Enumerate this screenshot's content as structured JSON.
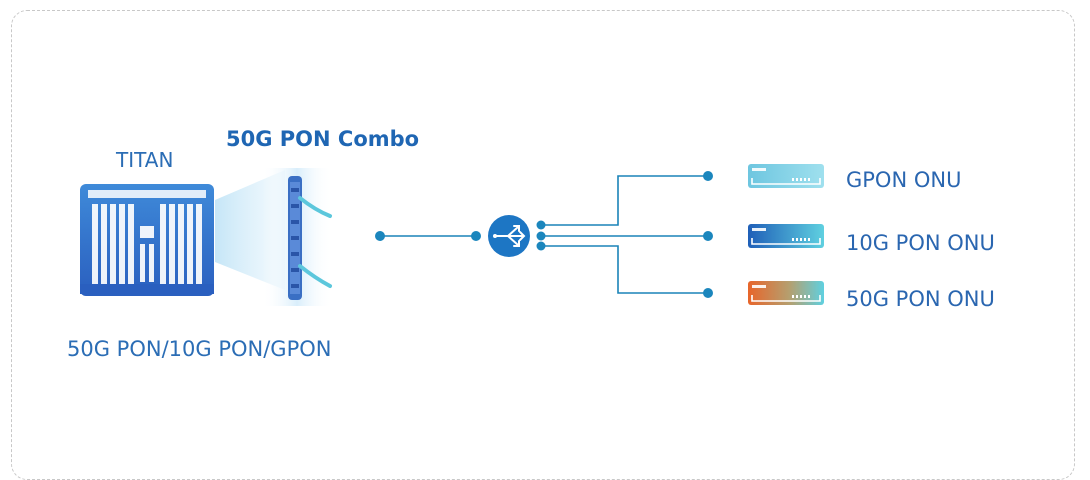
{
  "olt": {
    "name": "TITAN",
    "technologies": "50G PON/10G PON/GPON"
  },
  "card": {
    "name": "50G PON Combo"
  },
  "onus": [
    {
      "label": "GPON ONU"
    },
    {
      "label": "10G PON ONU"
    },
    {
      "label": "50G PON ONU"
    }
  ],
  "colors": {
    "line": "#1a84b8",
    "dot": "#1b86bd",
    "label_blue": "#2b6db5",
    "splitter": "#1d76c4",
    "gpon_onu": "#7fd0e4",
    "tenG_onu": "#2e86c9",
    "fiftyG_onu": "#e06a2a"
  },
  "icons": [
    "olt-chassis-icon",
    "pon-card-icon",
    "splitter-icon",
    "onu-device-icon"
  ]
}
